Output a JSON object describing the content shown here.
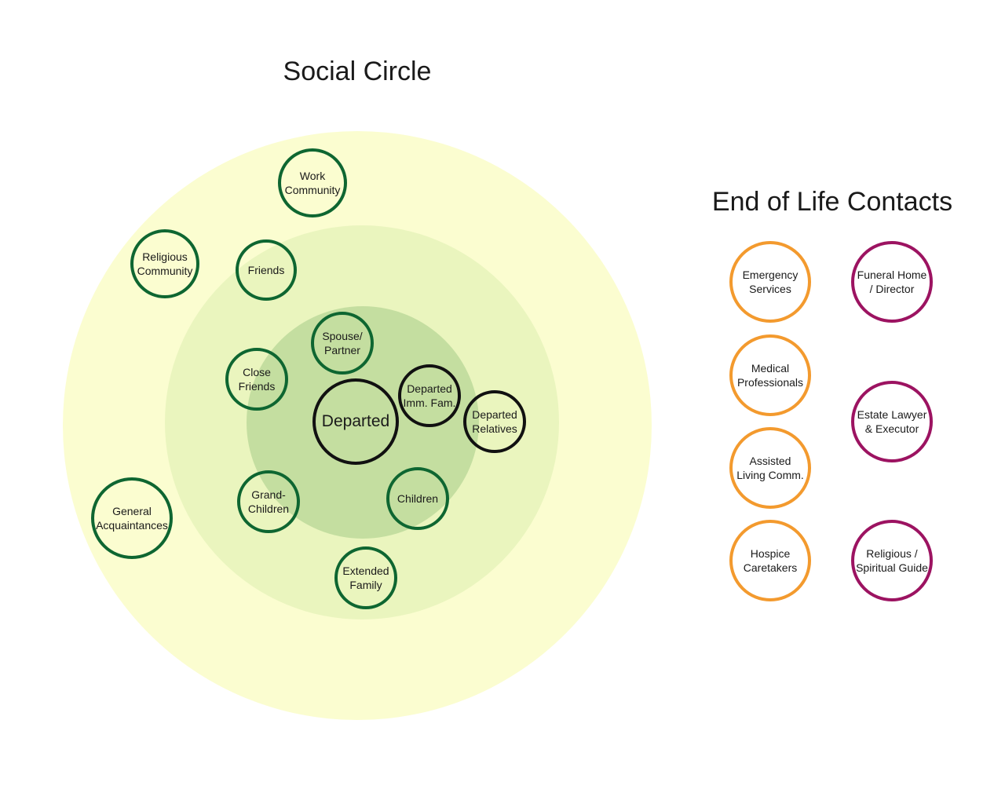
{
  "social_circle": {
    "title": "Social Circle",
    "center": "Departed",
    "nodes": [
      {
        "id": "work-community",
        "label": "Work\nCommunity"
      },
      {
        "id": "religious-community",
        "label": "Religious\nCommunity"
      },
      {
        "id": "friends",
        "label": "Friends"
      },
      {
        "id": "spouse-partner",
        "label": "Spouse/\nPartner"
      },
      {
        "id": "close-friends",
        "label": "Close\nFriends"
      },
      {
        "id": "departed-imm-fam",
        "label": "Departed\nImm. Fam."
      },
      {
        "id": "departed-relatives",
        "label": "Departed\nRelatives"
      },
      {
        "id": "general-acquaintances",
        "label": "General\nAcquaintances"
      },
      {
        "id": "grand-children",
        "label": "Grand-\nChildren"
      },
      {
        "id": "children",
        "label": "Children"
      },
      {
        "id": "extended-family",
        "label": "Extended\nFamily"
      }
    ]
  },
  "end_of_life": {
    "title": "End of Life Contacts",
    "contacts": [
      {
        "id": "emergency-services",
        "label": "Emergency\nServices"
      },
      {
        "id": "funeral-home-director",
        "label": "Funeral Home\n/ Director"
      },
      {
        "id": "medical-professionals",
        "label": "Medical\nProfessionals"
      },
      {
        "id": "estate-lawyer-executor",
        "label": "Estate Lawyer\n& Executor"
      },
      {
        "id": "assisted-living-comm",
        "label": "Assisted\nLiving Comm."
      },
      {
        "id": "hospice-caretakers",
        "label": "Hospice\nCaretakers"
      },
      {
        "id": "religious-spiritual-guide",
        "label": "Religious /\nSpiritual Guide"
      }
    ]
  },
  "colors": {
    "outer_ring": "#fbfdd0",
    "middle_ring": "#eaf5be",
    "inner_ring": "#c4dea0",
    "social_node_border": "#0e6631",
    "departed_border": "#111111",
    "emergency_border": "#f39a2e",
    "funeral_border": "#9c1361"
  }
}
